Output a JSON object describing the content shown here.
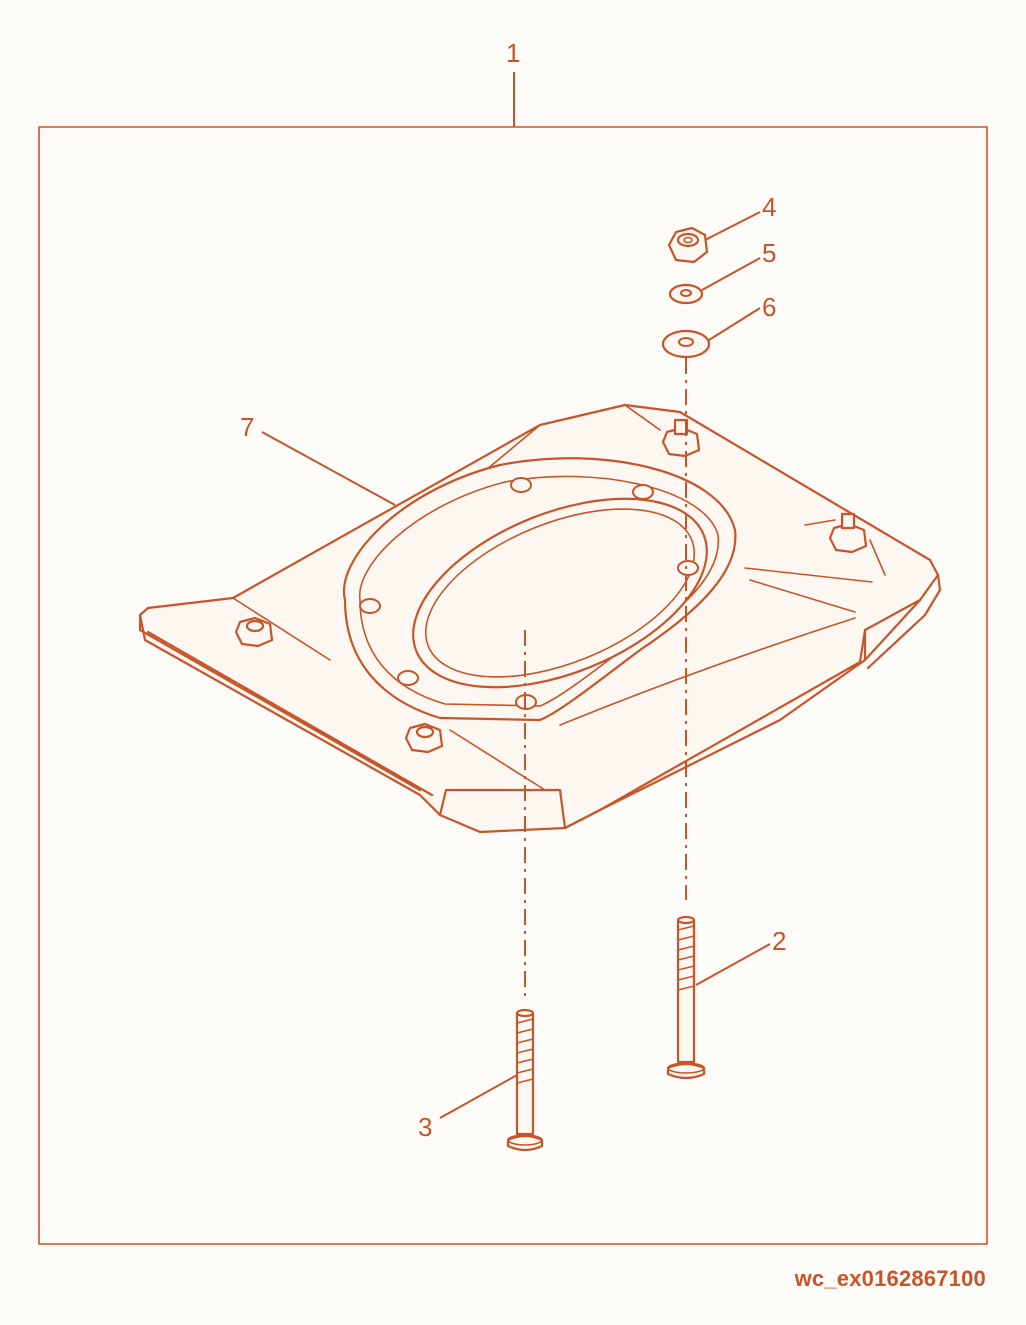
{
  "callouts": {
    "c1": "1",
    "c2": "2",
    "c3": "3",
    "c4": "4",
    "c5": "5",
    "c6": "6",
    "c7": "7"
  },
  "drawing_id": "wc_ex0162867100",
  "colors": {
    "line": "#c8552a",
    "background": "#fcfbf7"
  }
}
